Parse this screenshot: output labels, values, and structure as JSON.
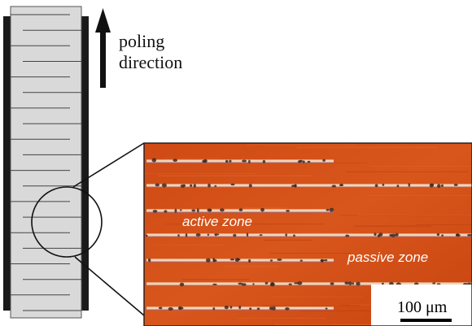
{
  "labels": {
    "poling_line1": "poling",
    "poling_line2": "direction",
    "active_zone": "active zone",
    "passive_zone": "passive zone",
    "scale_bar": "100 μm"
  },
  "colors": {
    "stack_fill": "#d9d9d9",
    "electrode": "#1a1a1a",
    "micrograph_base": "#d6511a",
    "micrograph_dark": "#c2430f",
    "electrode_line": "#f1d6b8",
    "defect": "#3a2a22"
  },
  "diagram": {
    "stack_layers": 20,
    "micrograph_electrodes": 7,
    "arrow_direction": "up",
    "inset_shape": "circle"
  }
}
